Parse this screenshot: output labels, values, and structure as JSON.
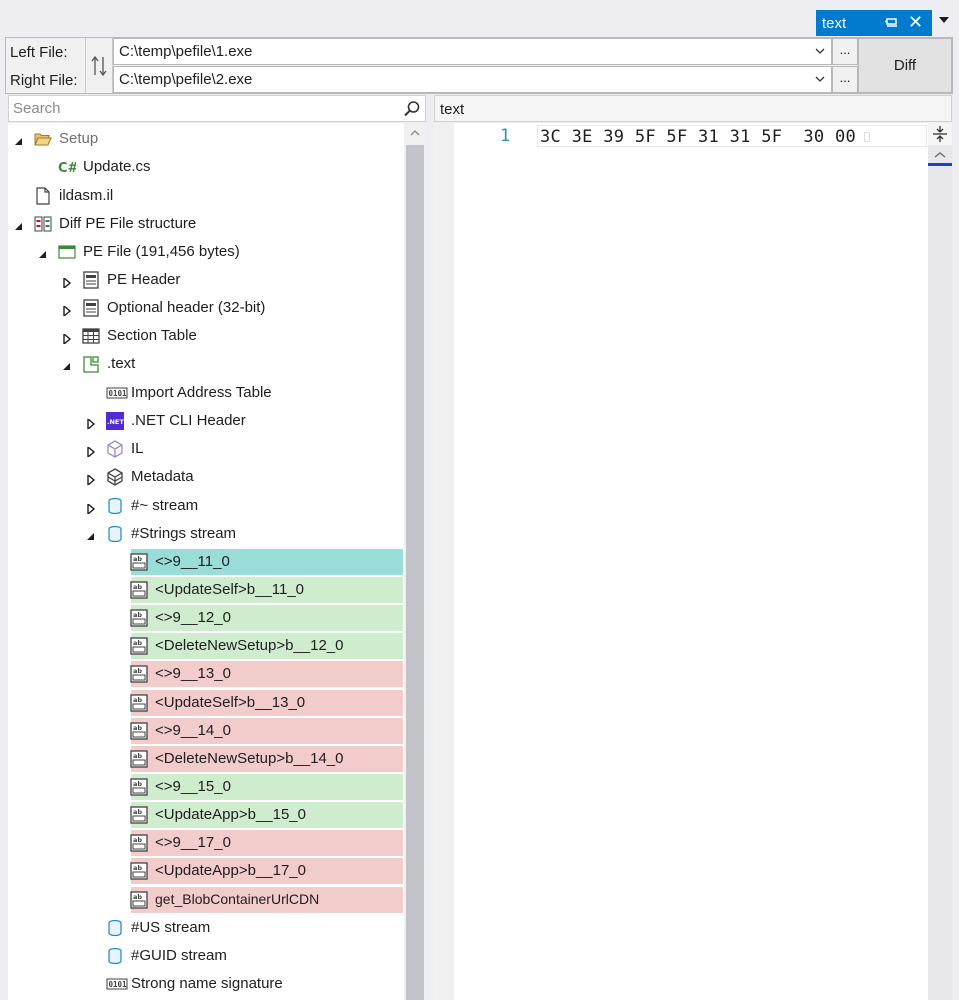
{
  "doc_tab": {
    "title": "text"
  },
  "filebar": {
    "left_label": "Left File:",
    "right_label": "Right File:",
    "left_path": "C:\\temp\\pefile\\1.exe",
    "right_path": "C:\\temp\\pefile\\2.exe",
    "browse_label": "...",
    "diff_label": "Diff"
  },
  "search": {
    "placeholder": "Search"
  },
  "colors": {
    "accent": "#007acc",
    "selected": "#99ddd8",
    "added": "#cfeccf",
    "removed": "#f2cbcb",
    "line_number": "#2b91af"
  },
  "tree": [
    {
      "label": "Setup",
      "depth": 0,
      "expander": "expanded",
      "icon": "folder-open-icon",
      "muted": true
    },
    {
      "label": "Update.cs",
      "depth": 1,
      "expander": "none",
      "icon": "csharp-icon"
    },
    {
      "label": "ildasm.il",
      "depth": 0,
      "expander": "none",
      "icon": "file-icon"
    },
    {
      "label": "Diff PE File structure",
      "depth": 0,
      "expander": "expanded",
      "icon": "diff-icon"
    },
    {
      "label": "PE File (191,456 bytes)",
      "depth": 1,
      "expander": "expanded",
      "icon": "window-icon"
    },
    {
      "label": "PE Header",
      "depth": 2,
      "expander": "collapsed",
      "icon": "header-icon"
    },
    {
      "label": "Optional header (32-bit)",
      "depth": 2,
      "expander": "collapsed",
      "icon": "header-icon"
    },
    {
      "label": "Section Table",
      "depth": 2,
      "expander": "collapsed",
      "icon": "table-icon"
    },
    {
      "label": ".text",
      "depth": 2,
      "expander": "expanded",
      "icon": "section-icon"
    },
    {
      "label": "Import Address Table",
      "depth": 3,
      "expander": "none",
      "icon": "binary-icon"
    },
    {
      "label": ".NET CLI Header",
      "depth": 3,
      "expander": "collapsed",
      "icon": "dotnet-icon"
    },
    {
      "label": "IL",
      "depth": 3,
      "expander": "collapsed",
      "icon": "cube-icon"
    },
    {
      "label": "Metadata",
      "depth": 3,
      "expander": "collapsed",
      "icon": "metadata-icon"
    },
    {
      "label": "#~ stream",
      "depth": 3,
      "expander": "collapsed",
      "icon": "cylinder-icon"
    },
    {
      "label": "#Strings stream",
      "depth": 3,
      "expander": "expanded",
      "icon": "cylinder-icon"
    },
    {
      "label": "<>9__11_0",
      "depth": 4,
      "expander": "none",
      "icon": "string-icon",
      "status": "selected"
    },
    {
      "label": "<UpdateSelf>b__11_0",
      "depth": 4,
      "expander": "none",
      "icon": "string-icon",
      "status": "added"
    },
    {
      "label": "<>9__12_0",
      "depth": 4,
      "expander": "none",
      "icon": "string-icon",
      "status": "added"
    },
    {
      "label": "<DeleteNewSetup>b__12_0",
      "depth": 4,
      "expander": "none",
      "icon": "string-icon",
      "status": "added"
    },
    {
      "label": "<>9__13_0",
      "depth": 4,
      "expander": "none",
      "icon": "string-icon",
      "status": "removed"
    },
    {
      "label": "<UpdateSelf>b__13_0",
      "depth": 4,
      "expander": "none",
      "icon": "string-icon",
      "status": "removed"
    },
    {
      "label": "<>9__14_0",
      "depth": 4,
      "expander": "none",
      "icon": "string-icon",
      "status": "removed"
    },
    {
      "label": "<DeleteNewSetup>b__14_0",
      "depth": 4,
      "expander": "none",
      "icon": "string-icon",
      "status": "removed"
    },
    {
      "label": "<>9__15_0",
      "depth": 4,
      "expander": "none",
      "icon": "string-icon",
      "status": "added"
    },
    {
      "label": "<UpdateApp>b__15_0",
      "depth": 4,
      "expander": "none",
      "icon": "string-icon",
      "status": "added"
    },
    {
      "label": "<>9__17_0",
      "depth": 4,
      "expander": "none",
      "icon": "string-icon",
      "status": "removed"
    },
    {
      "label": "<UpdateApp>b__17_0",
      "depth": 4,
      "expander": "none",
      "icon": "string-icon",
      "status": "removed"
    },
    {
      "label": "get_BlobContainerUrlCDN",
      "depth": 4,
      "expander": "none",
      "icon": "string-icon",
      "status": "removed"
    },
    {
      "label": "#US stream",
      "depth": 3,
      "expander": "none",
      "icon": "cylinder-icon"
    },
    {
      "label": "#GUID stream",
      "depth": 3,
      "expander": "none",
      "icon": "cylinder-icon"
    },
    {
      "label": "Strong name signature",
      "depth": 3,
      "expander": "none",
      "icon": "binary-icon"
    }
  ],
  "editor": {
    "header": "text",
    "line_number": "1",
    "hex_line": "3C 3E 39 5F 5F 31 31 5F  30 00"
  }
}
